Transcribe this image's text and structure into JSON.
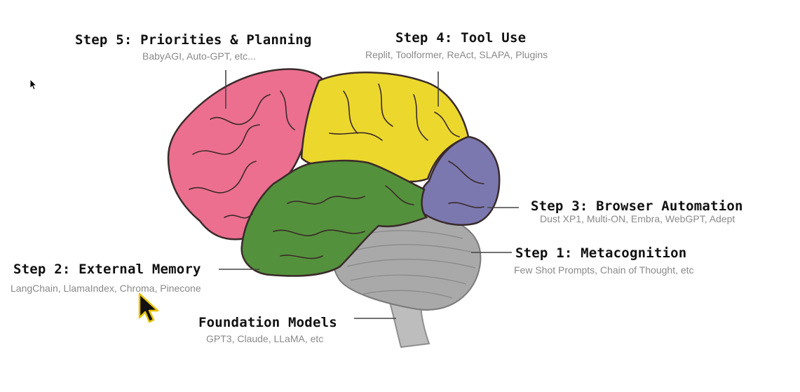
{
  "steps": [
    {
      "key": "step5",
      "title": "Step 5: Priorities & Planning",
      "examples": "BabyAGI, Auto-GPT, etc...",
      "region_color": "#ec6f8f"
    },
    {
      "key": "step4",
      "title": "Step 4: Tool Use",
      "examples": "Replit, Toolformer, ReAct, SLAPA, Plugins",
      "region_color": "#ecd82c"
    },
    {
      "key": "step3",
      "title": "Step 3: Browser Automation",
      "examples": "Dust XP1, Multi-ON, Embra, WebGPT, Adept",
      "region_color": "#7b78b0"
    },
    {
      "key": "step1",
      "title": "Step 1: Metacognition",
      "examples": "Few Shot Prompts, Chain of Thought, etc",
      "region_color": "#a9a9a9"
    },
    {
      "key": "step2",
      "title": "Step 2: External Memory",
      "examples": "LangChain, LlamaIndex, Chroma, Pinecone",
      "region_color": "#54913c"
    },
    {
      "key": "foundation",
      "title": "Foundation Models",
      "examples": "GPT3, Claude, LLaMA, etc",
      "region_color": "#b8b8b8"
    }
  ],
  "colors": {
    "outline": "#3a2a2a",
    "connector": "#444444",
    "pink": "#ec6f8f",
    "yellow": "#ecd82c",
    "purple": "#7b78b0",
    "green": "#54913c",
    "gray": "#a9a9a9",
    "stem": "#bdbdbd"
  }
}
